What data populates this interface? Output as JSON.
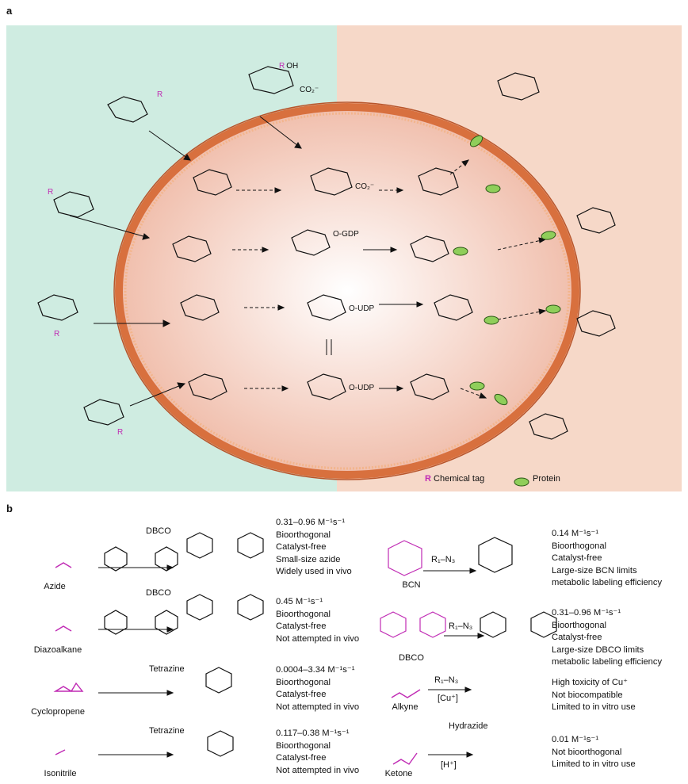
{
  "panel_a": {
    "letter": "a",
    "legend": {
      "tag_symbol": "R",
      "tag_label": "Chemical tag",
      "protein_label": "Protein"
    },
    "colors": {
      "left_bg": "#cfece1",
      "right_bg": "#f6d8c8",
      "membrane": "#d8703e",
      "tag": "#c02bb4",
      "protein": "#8fce5a"
    },
    "pathway_labels": {
      "gdp": "O-GDP",
      "udp_1": "O-UDP",
      "udp_2": "O-UDP",
      "carboxylate": "CO₂⁻"
    }
  },
  "panel_b": {
    "letter": "b",
    "left": [
      {
        "substrate": "Azide",
        "reagent": "DBCO",
        "rate": "0.31–0.96 M⁻¹s⁻¹",
        "props": [
          "Bioorthogonal",
          "Catalyst-free",
          "Small-size azide",
          "Widely used in vivo"
        ]
      },
      {
        "substrate": "Diazoalkane",
        "reagent": "DBCO",
        "rate": "0.45 M⁻¹s⁻¹",
        "props": [
          "Bioorthogonal",
          "Catalyst-free",
          "Not attempted in vivo"
        ]
      },
      {
        "substrate": "Cyclopropene",
        "reagent": "Tetrazine",
        "rate": "0.0004–3.34 M⁻¹s⁻¹",
        "props": [
          "Bioorthogonal",
          "Catalyst-free",
          "Not attempted in vivo"
        ]
      },
      {
        "substrate": "Isonitrile",
        "reagent": "Tetrazine",
        "rate": "0.117–0.38 M⁻¹s⁻¹",
        "props": [
          "Bioorthogonal",
          "Catalyst-free",
          "Not attempted in vivo"
        ]
      }
    ],
    "right": [
      {
        "substrate": "BCN",
        "reagent": "R₁–N₃",
        "rate": "0.14 M⁻¹s⁻¹",
        "props": [
          "Bioorthogonal",
          "Catalyst-free",
          "Large-size BCN limits",
          "metabolic labeling efficiency"
        ]
      },
      {
        "substrate": "DBCO",
        "reagent": "R₁–N₃",
        "rate": "0.31–0.96 M⁻¹s⁻¹",
        "props": [
          "Bioorthogonal",
          "Catalyst-free",
          "Large-size DBCO limits",
          "metabolic labeling efficiency"
        ]
      },
      {
        "substrate": "Alkyne",
        "reagent": "R₁–N₃",
        "catalyst": "[Cu⁺]",
        "rate": "High toxicity of Cu⁺",
        "props": [
          "Not biocompatible",
          "Limited to in vitro use"
        ]
      },
      {
        "substrate": "Ketone",
        "reagent": "Hydrazide",
        "catalyst": "[H⁺]",
        "rate": "0.01 M⁻¹s⁻¹",
        "props": [
          "Not bioorthogonal",
          "Limited to in vitro use"
        ]
      }
    ]
  }
}
